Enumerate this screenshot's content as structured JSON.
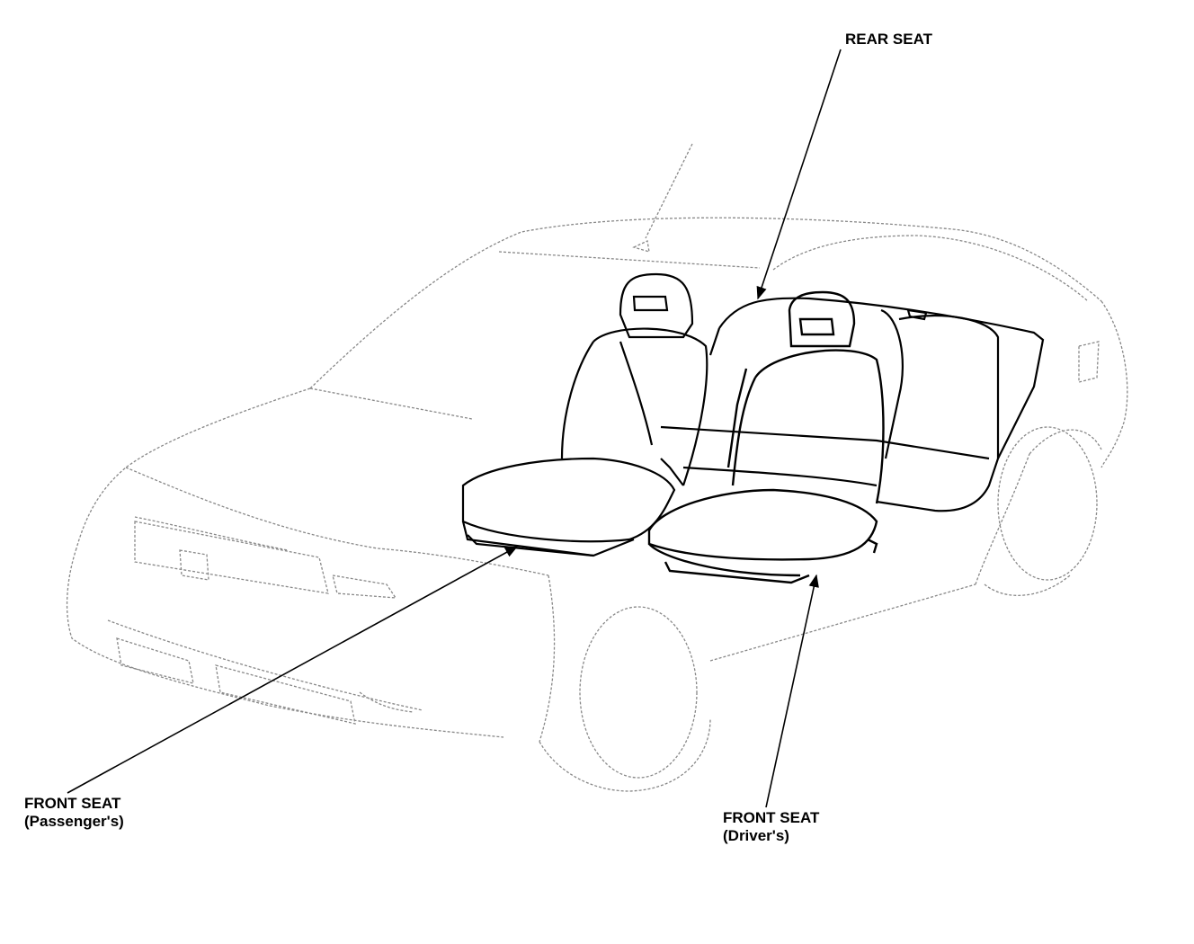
{
  "labels": {
    "rear_seat": "REAR SEAT",
    "front_seat_passenger": {
      "line1": "FRONT SEAT",
      "line2": "(Passenger's)"
    },
    "front_seat_driver": {
      "line1": "FRONT SEAT",
      "line2": "(Driver's)"
    }
  }
}
